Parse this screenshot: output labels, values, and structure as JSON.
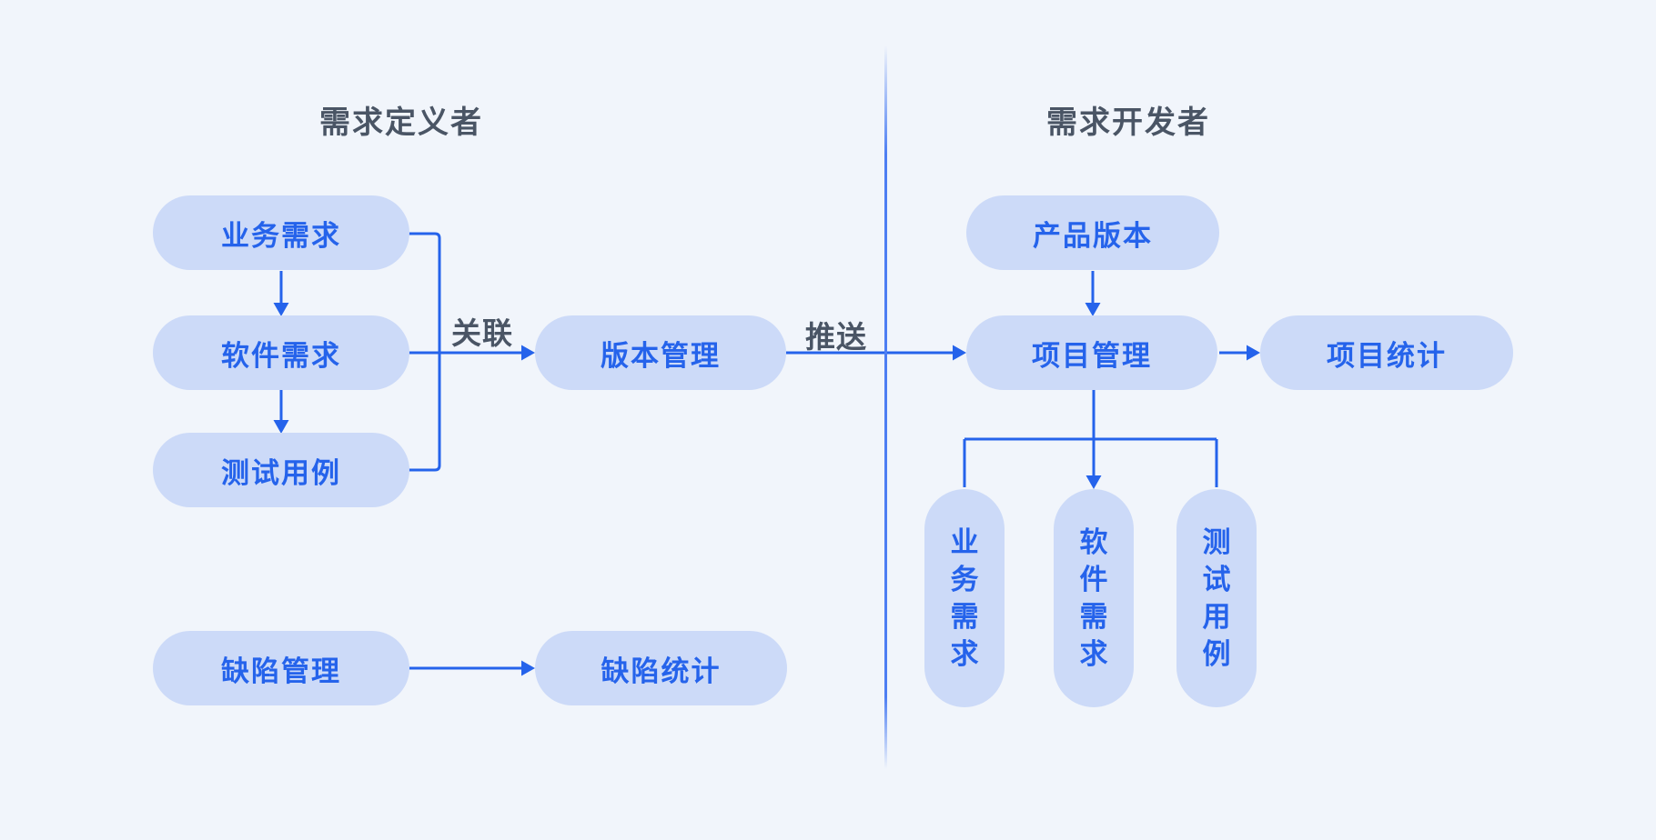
{
  "colors": {
    "background": "#f1f5fb",
    "pill_fill": "#ccdaf8",
    "accent_blue": "#2563eb",
    "heading_text": "#4a5565",
    "divider_blue": "#4d7ef2"
  },
  "left_panel": {
    "title": "需求定义者",
    "nodes": {
      "business_requirements": "业务需求",
      "software_requirements": "软件需求",
      "test_cases": "测试用例",
      "version_management": "版本管理",
      "defect_management": "缺陷管理",
      "defect_statistics": "缺陷统计"
    },
    "edge_labels": {
      "associate": "关联"
    }
  },
  "right_panel": {
    "title": "需求开发者",
    "nodes": {
      "product_version": "产品版本",
      "project_management": "项目管理",
      "project_statistics": "项目统计",
      "business_requirements": "业务需求",
      "software_requirements": "软件需求",
      "test_cases": "测试用例"
    },
    "edge_labels": {
      "push": "推送"
    }
  }
}
